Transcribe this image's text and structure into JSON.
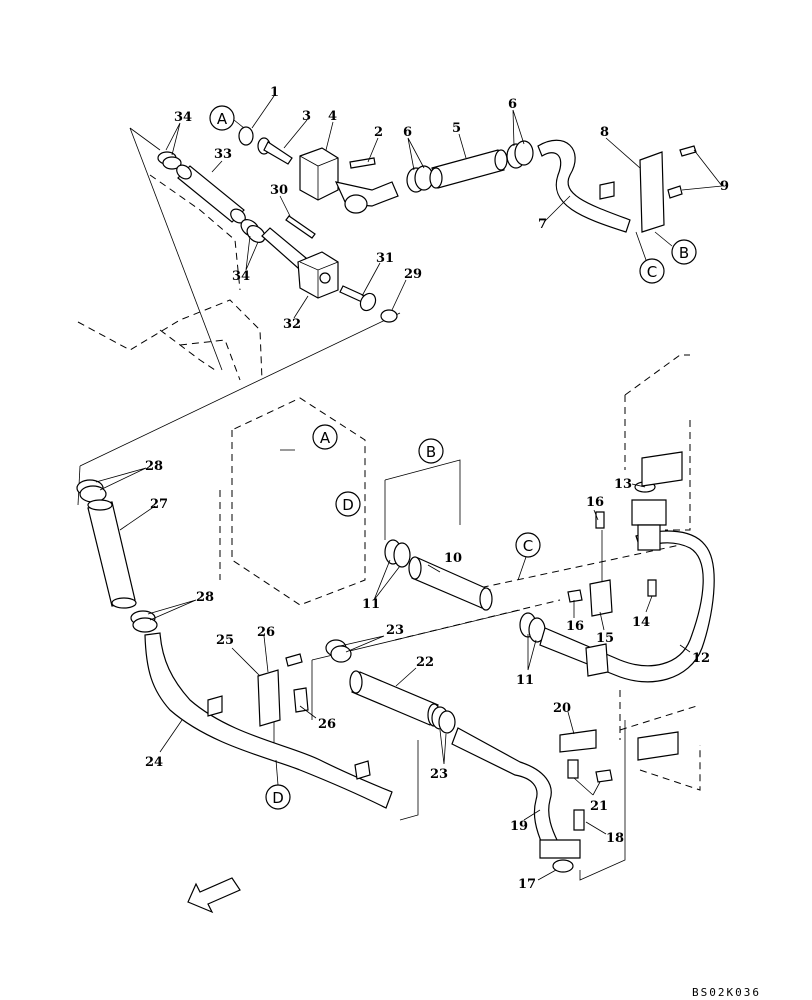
{
  "drawing_code": "BS02K036",
  "references": [
    "A",
    "B",
    "C",
    "D"
  ],
  "callouts": [
    "1",
    "2",
    "3",
    "4",
    "5",
    "6",
    "7",
    "8",
    "9",
    "10",
    "11",
    "12",
    "13",
    "14",
    "15",
    "16",
    "17",
    "18",
    "19",
    "20",
    "21",
    "22",
    "23",
    "24",
    "25",
    "26",
    "27",
    "28",
    "29",
    "30",
    "31",
    "32",
    "33",
    "34"
  ],
  "direction_arrow": "front-arrow"
}
